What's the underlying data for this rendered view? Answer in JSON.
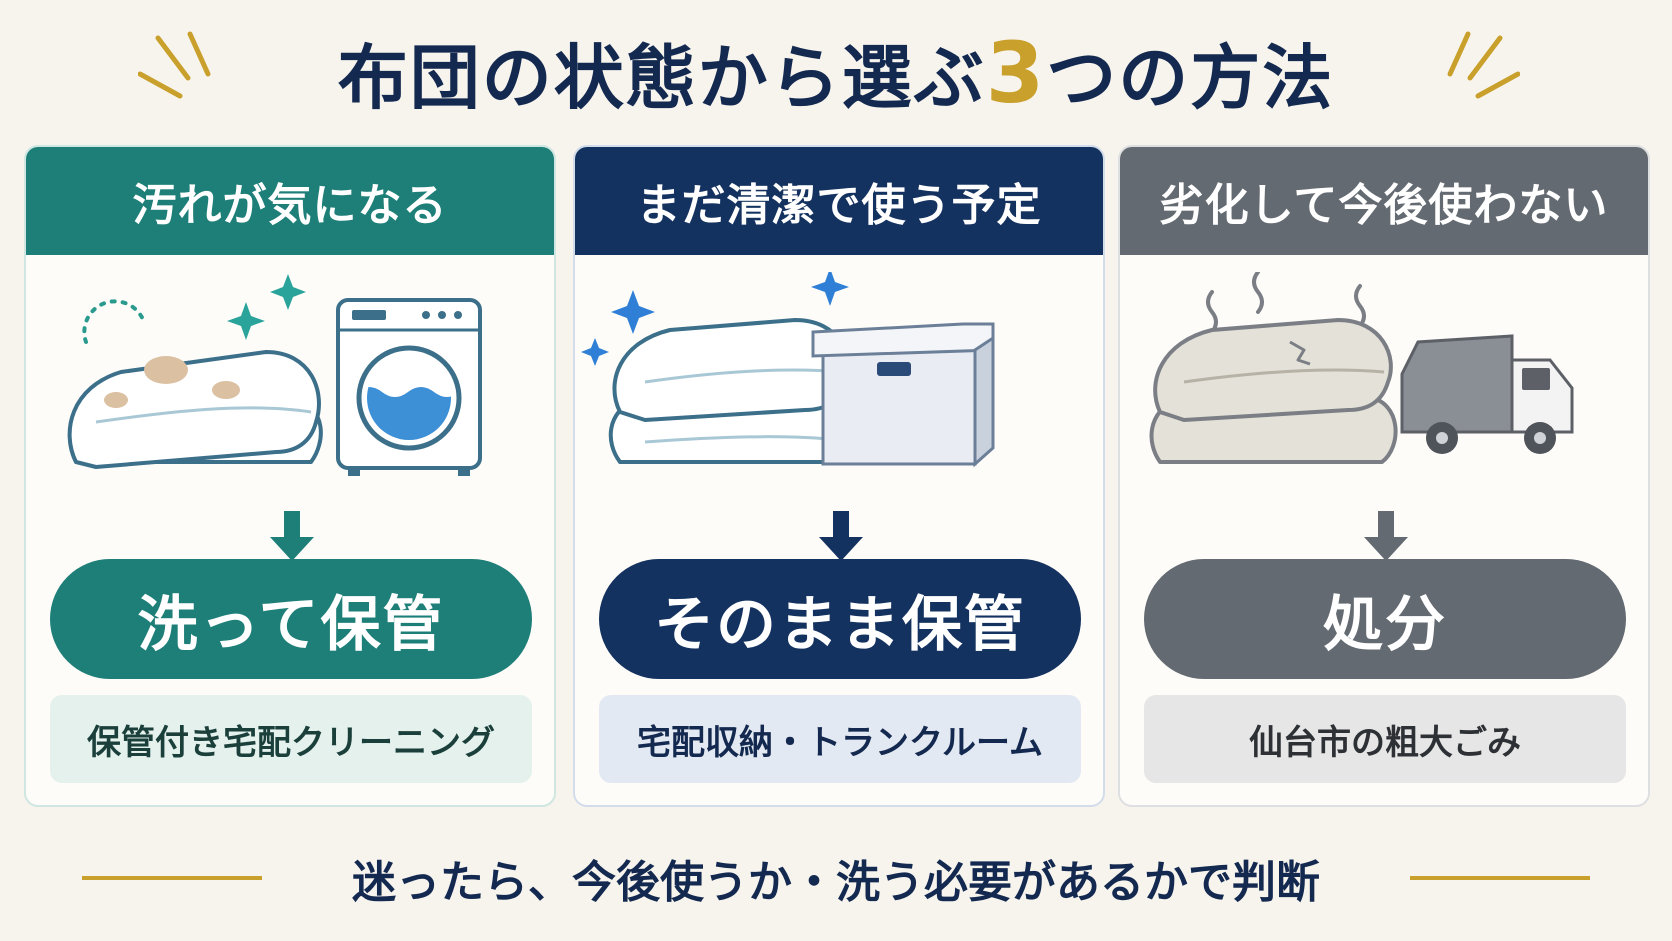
{
  "title": {
    "before": "布団の状態から選ぶ",
    "number": "3",
    "after": "つの方法"
  },
  "cards": [
    {
      "condition": "汚れが気になる",
      "action": "洗って保管",
      "method": "保管付き宅配クリーニング"
    },
    {
      "condition": "まだ清潔で使う予定",
      "action": "そのまま保管",
      "method": "宅配収納・トランクルーム"
    },
    {
      "condition": "劣化して今後使わない",
      "action": "処分",
      "method": "仙台市の粗大ごみ"
    }
  ],
  "footer": {
    "text": "迷ったら、今後使うか・洗う必要があるかで判断"
  },
  "colors": {
    "teal": "#1e7f78",
    "navy": "#14325f",
    "gray": "#646a71",
    "gold": "#c9a02c",
    "title": "#14294f"
  },
  "icons": [
    "sparkle-icon",
    "folded-futon-icon",
    "washing-machine-icon",
    "storage-box-icon",
    "garbage-truck-icon",
    "arrow-down-icon",
    "odor-icon"
  ]
}
